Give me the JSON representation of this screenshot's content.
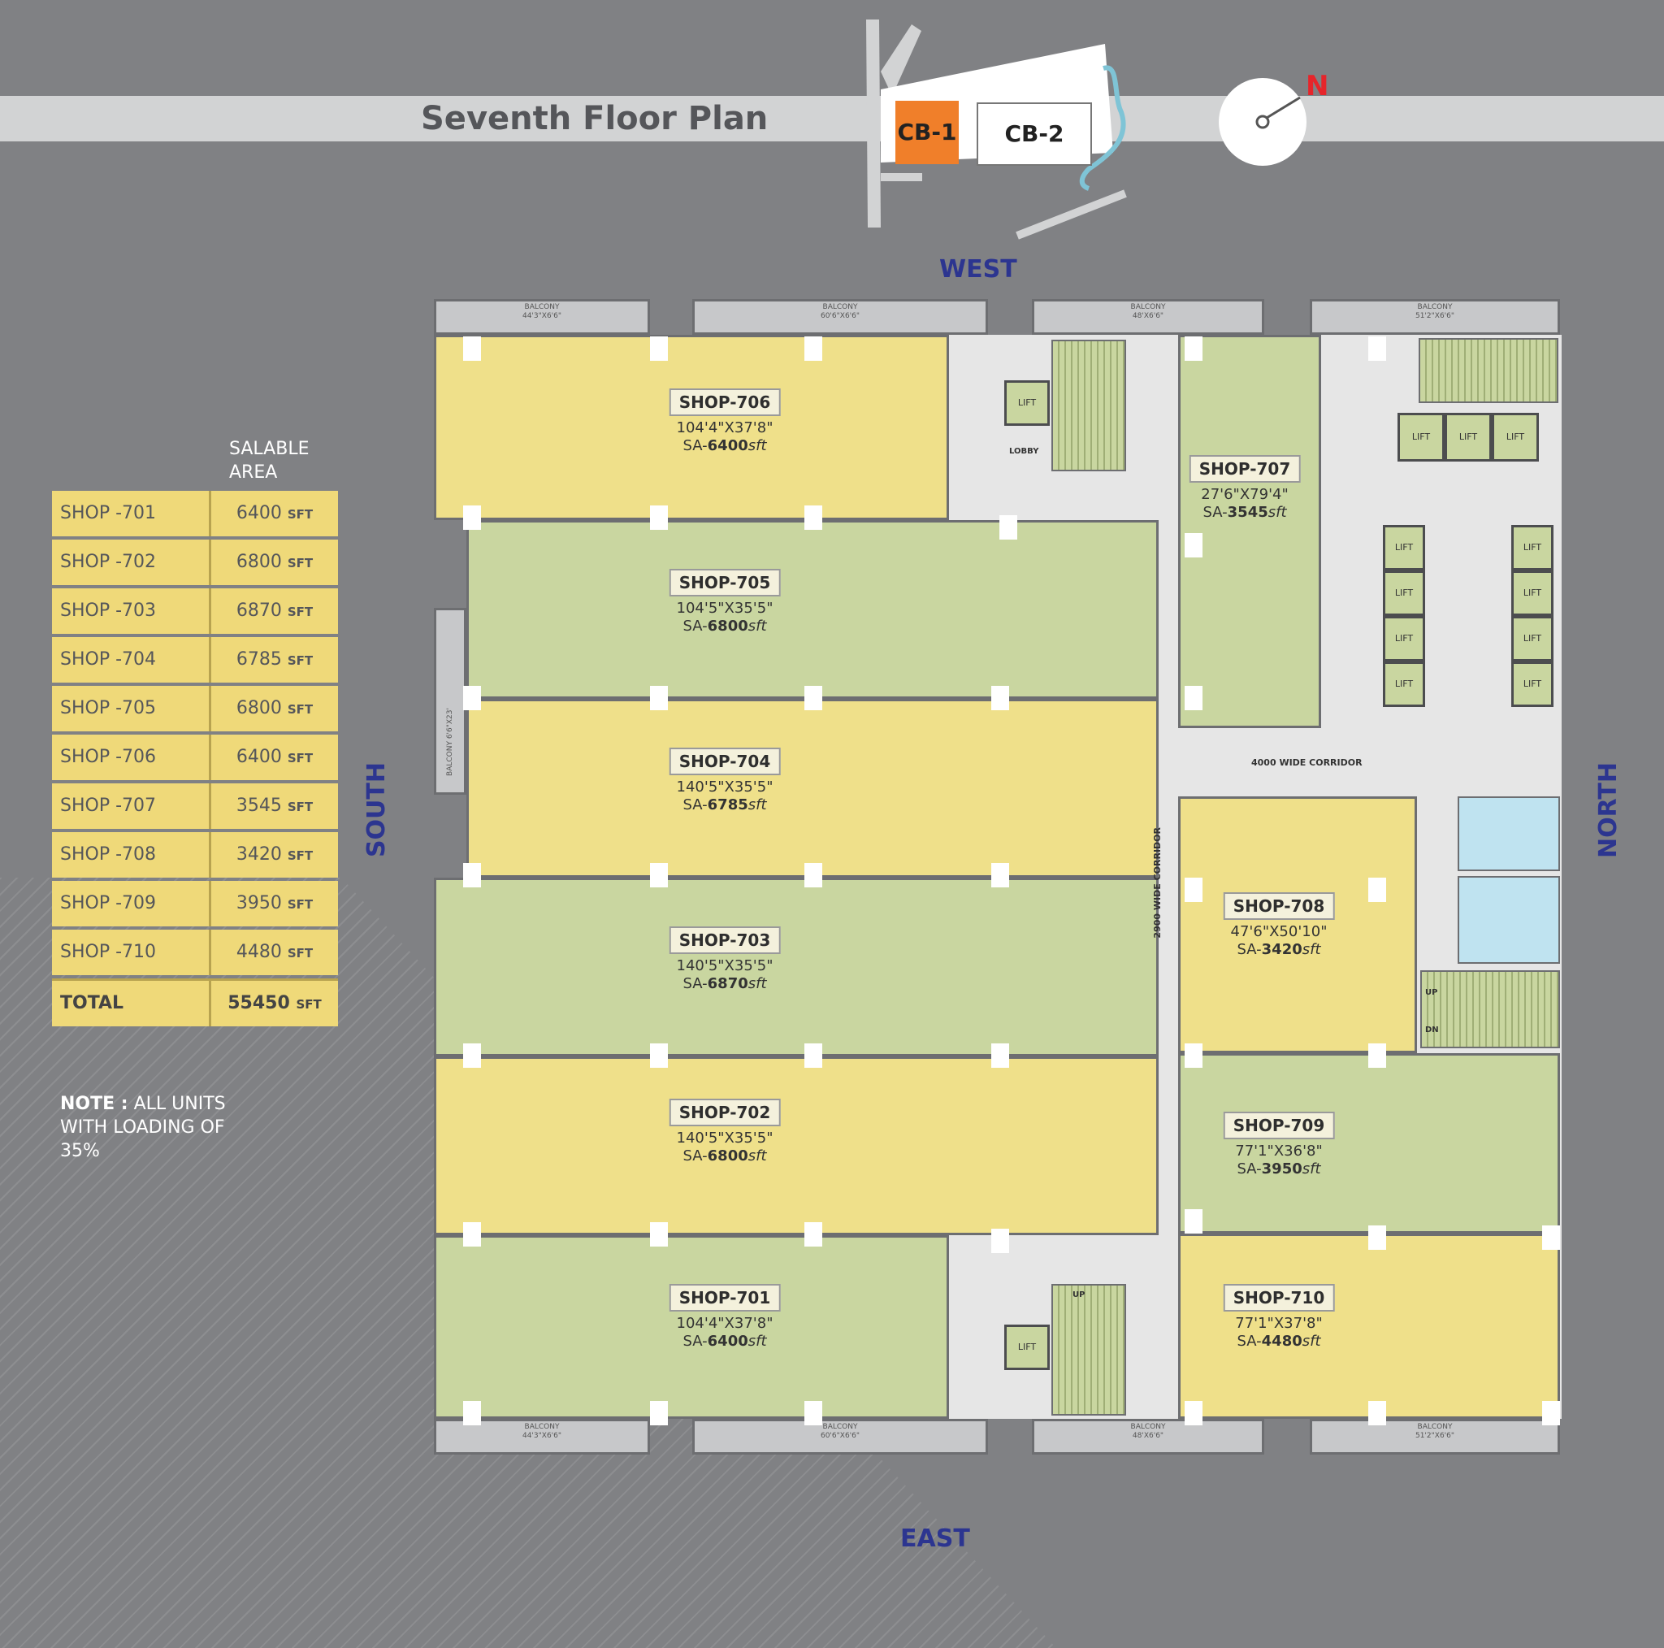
{
  "title": "Seventh Floor Plan",
  "key_plan": {
    "cb1": "CB-1",
    "cb2": "CB-2",
    "north": "N",
    "accent": "#f07f2a"
  },
  "directions": {
    "west": "WEST",
    "east": "EAST",
    "south": "SOUTH",
    "north": "NORTH"
  },
  "table": {
    "header": "SALABLE AREA",
    "unit": "SFT",
    "rows": [
      {
        "shop": "SHOP -701",
        "area": "6400"
      },
      {
        "shop": "SHOP -702",
        "area": "6800"
      },
      {
        "shop": "SHOP -703",
        "area": "6870"
      },
      {
        "shop": "SHOP -704",
        "area": "6785"
      },
      {
        "shop": "SHOP -705",
        "area": "6800"
      },
      {
        "shop": "SHOP -706",
        "area": "6400"
      },
      {
        "shop": "SHOP -707",
        "area": "3545"
      },
      {
        "shop": "SHOP -708",
        "area": "3420"
      },
      {
        "shop": "SHOP -709",
        "area": "3950"
      },
      {
        "shop": "SHOP -710",
        "area": "4480"
      }
    ],
    "total_label": "TOTAL",
    "total_area": "55450"
  },
  "note_bold": "NOTE :",
  "note_text": "ALL UNITS WITH LOADING OF 35%",
  "shops": {
    "s706": {
      "name": "SHOP-706",
      "dims": "104'4\"X37'8\"",
      "sa_prefix": "SA-",
      "sa": "6400",
      "sa_unit": "sft"
    },
    "s705": {
      "name": "SHOP-705",
      "dims": "104'5\"X35'5\"",
      "sa_prefix": "SA-",
      "sa": "6800",
      "sa_unit": "sft"
    },
    "s704": {
      "name": "SHOP-704",
      "dims": "140'5\"X35'5\"",
      "sa_prefix": "SA-",
      "sa": "6785",
      "sa_unit": "sft"
    },
    "s703": {
      "name": "SHOP-703",
      "dims": "140'5\"X35'5\"",
      "sa_prefix": "SA-",
      "sa": "6870",
      "sa_unit": "sft"
    },
    "s702": {
      "name": "SHOP-702",
      "dims": "140'5\"X35'5\"",
      "sa_prefix": "SA-",
      "sa": "6800",
      "sa_unit": "sft"
    },
    "s701": {
      "name": "SHOP-701",
      "dims": "104'4\"X37'8\"",
      "sa_prefix": "SA-",
      "sa": "6400",
      "sa_unit": "sft"
    },
    "s707": {
      "name": "SHOP-707",
      "dims": "27'6\"X79'4\"",
      "sa_prefix": "SA-",
      "sa": "3545",
      "sa_unit": "sft"
    },
    "s708": {
      "name": "SHOP-708",
      "dims": "47'6\"X50'10\"",
      "sa_prefix": "SA-",
      "sa": "3420",
      "sa_unit": "sft"
    },
    "s709": {
      "name": "SHOP-709",
      "dims": "77'1\"X36'8\"",
      "sa_prefix": "SA-",
      "sa": "3950",
      "sa_unit": "sft"
    },
    "s710": {
      "name": "SHOP-710",
      "dims": "77'1\"X37'8\"",
      "sa_prefix": "SA-",
      "sa": "4480",
      "sa_unit": "sft"
    }
  },
  "balconies": {
    "w1": {
      "label": "BALCONY",
      "dim": "44'3\"X6'6\""
    },
    "w2": {
      "label": "BALCONY",
      "dim": "60'6\"X6'6\""
    },
    "w3": {
      "label": "BALCONY",
      "dim": "48'X6'6\""
    },
    "w4": {
      "label": "BALCONY",
      "dim": "51'2\"X6'6\""
    },
    "e1": {
      "label": "BALCONY",
      "dim": "44'3\"X6'6\""
    },
    "e2": {
      "label": "BALCONY",
      "dim": "60'6\"X6'6\""
    },
    "e3": {
      "label": "BALCONY",
      "dim": "48'X6'6\""
    },
    "e4": {
      "label": "BALCONY",
      "dim": "51'2\"X6'6\""
    },
    "s1": {
      "label": "BALCONY",
      "dim": "6'6\"X23'"
    }
  },
  "labels": {
    "lift": "LIFT",
    "lobby": "LOBBY",
    "up": "UP",
    "dn": "DN",
    "corridor_h": "4000 WIDE CORRIDOR",
    "corridor_v": "2900 WIDE CORRIDOR"
  }
}
